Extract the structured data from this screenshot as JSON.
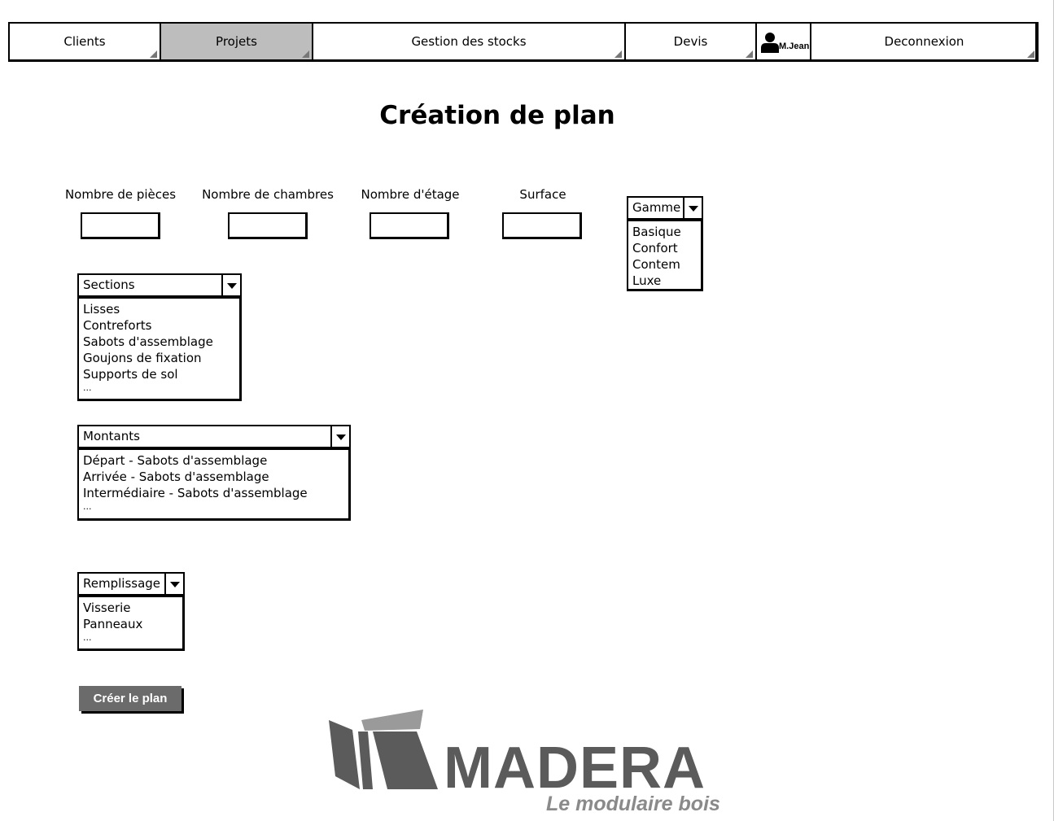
{
  "nav": {
    "items": [
      {
        "label": "Clients",
        "active": false
      },
      {
        "label": "Projets",
        "active": true
      },
      {
        "label": "Gestion des stocks",
        "active": false
      },
      {
        "label": "Devis",
        "active": false
      }
    ],
    "user": {
      "name": "M.Jean",
      "icon": "user-icon"
    },
    "logout_label": "Deconnexion"
  },
  "title": "Création de plan",
  "fields": [
    {
      "label": "Nombre de pièces",
      "value": ""
    },
    {
      "label": "Nombre de chambres",
      "value": ""
    },
    {
      "label": "Nombre d'étage",
      "value": ""
    },
    {
      "label": "Surface",
      "value": ""
    }
  ],
  "gamme": {
    "label": "Gamme",
    "options": [
      "Basique",
      "Confort",
      "Contem",
      "Luxe"
    ]
  },
  "sections": {
    "label": "Sections",
    "options": [
      "Lisses",
      "Contreforts",
      "Sabots d'assemblage",
      "Goujons de fixation",
      "Supports de sol"
    ],
    "more": "..."
  },
  "montants": {
    "label": "Montants",
    "options": [
      "Départ - Sabots d'assemblage",
      "Arrivée - Sabots d'assemblage",
      "Intermédiaire - Sabots d'assemblage"
    ],
    "more": "..."
  },
  "remplissage": {
    "label": "Remplissage",
    "options": [
      "Visserie",
      "Panneaux"
    ],
    "more": "..."
  },
  "create_button": "Créer le plan",
  "logo": {
    "word": "MADERA",
    "tagline": "Le modulaire bois"
  },
  "colors": {
    "active_tab": "#bdbdbd",
    "button": "#6b6b6b",
    "logo_dark": "#5b5b5b",
    "logo_light": "#8a8a8a"
  }
}
